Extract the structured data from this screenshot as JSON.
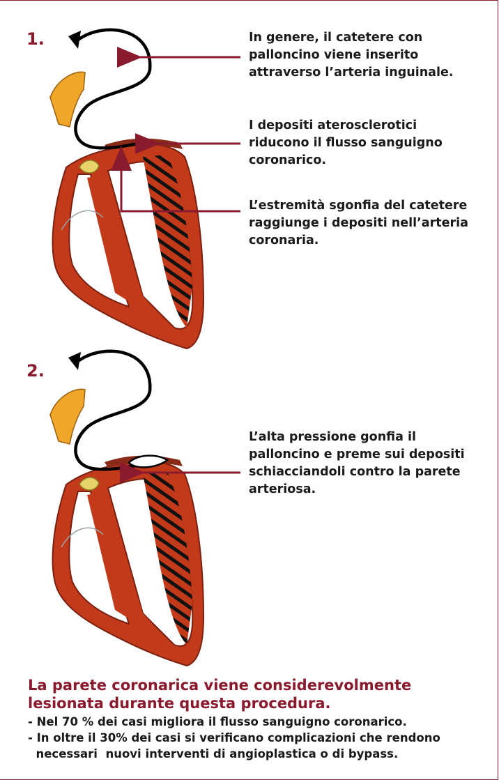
{
  "steps": [
    {
      "number": "1.",
      "captions": [
        "In genere, il catetere con palloncino viene inserito attraverso l’arteria inguinale.",
        "I depositi aterosclerotici riducono il flusso sanguigno coronarico.",
        "L’estremità sgonfia del catetere raggiunge i depositi nell’arteria coronaria."
      ]
    },
    {
      "number": "2.",
      "captions": [
        "L’alta pressione gonfia il palloncino e preme sui depositi schiacciandoli contro la parete arteriosa."
      ]
    }
  ],
  "footer": {
    "title": "La parete coronarica viene considerevolmente lesionata durante questa procedura.",
    "items": [
      "- Nel 70 % dei casi migliora il flusso sanguigno coronarico.",
      "- In oltre il 30% dei casi si verificano complicazioni che rendono\n  necessari  nuovi interventi di angioplastica o di bypass."
    ]
  },
  "colors": {
    "accent": "#8a1a2e",
    "muscle": "#c23a1a",
    "aorta": "#f0a628",
    "valve": "#e8d36a",
    "catheter": "#000000"
  }
}
